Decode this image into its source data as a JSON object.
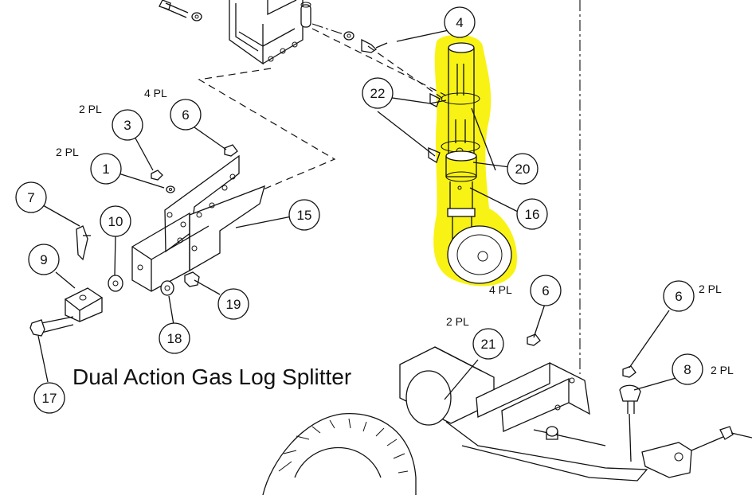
{
  "title": "Dual Action Gas Log Splitter",
  "callouts": [
    {
      "id": "c4",
      "label": "4"
    },
    {
      "id": "c22",
      "label": "22"
    },
    {
      "id": "c20",
      "label": "20"
    },
    {
      "id": "c16",
      "label": "16"
    },
    {
      "id": "c3",
      "label": "3"
    },
    {
      "id": "c6a",
      "label": "6"
    },
    {
      "id": "c1",
      "label": "1"
    },
    {
      "id": "c15",
      "label": "15"
    },
    {
      "id": "c7",
      "label": "7"
    },
    {
      "id": "c10",
      "label": "10"
    },
    {
      "id": "c9",
      "label": "9"
    },
    {
      "id": "c19",
      "label": "19"
    },
    {
      "id": "c18",
      "label": "18"
    },
    {
      "id": "c17",
      "label": "17"
    },
    {
      "id": "c21",
      "label": "21"
    },
    {
      "id": "c6b",
      "label": "6"
    },
    {
      "id": "c6c",
      "label": "6"
    },
    {
      "id": "c8",
      "label": "8"
    }
  ],
  "quantity_notes": [
    {
      "id": "pl_4a",
      "text": "4 PL"
    },
    {
      "id": "pl_2a",
      "text": "2 PL"
    },
    {
      "id": "pl_2b",
      "text": "2 PL"
    },
    {
      "id": "pl_4b",
      "text": "4 PL"
    },
    {
      "id": "pl_2c",
      "text": "2 PL"
    },
    {
      "id": "pl_2d",
      "text": "2 PL"
    },
    {
      "id": "pl_2e",
      "text": "2 PL"
    }
  ],
  "highlight_color": "#f7f200"
}
